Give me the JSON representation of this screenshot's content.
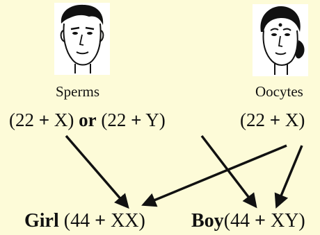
{
  "male": {
    "label": "Sperms",
    "formula_open_1": "(22",
    "plus_1": "+",
    "formula_close_1": "X)",
    "or_word": "or",
    "formula_open_2": "(22",
    "plus_2": "+",
    "formula_close_2": "Y)"
  },
  "female": {
    "label": "Oocytes",
    "formula_open": "(22",
    "plus": "+",
    "formula_close": "X)"
  },
  "offspring": {
    "girl": {
      "name": "Girl",
      "open": "(44",
      "plus": "+",
      "close": "XX)"
    },
    "boy": {
      "name": "Boy",
      "open": "(44",
      "plus": "+",
      "close": "XY)"
    }
  },
  "colors": {
    "background": "#fdfbd8",
    "ink": "#111111"
  },
  "icons": [
    "male-face-icon",
    "female-face-icon"
  ]
}
